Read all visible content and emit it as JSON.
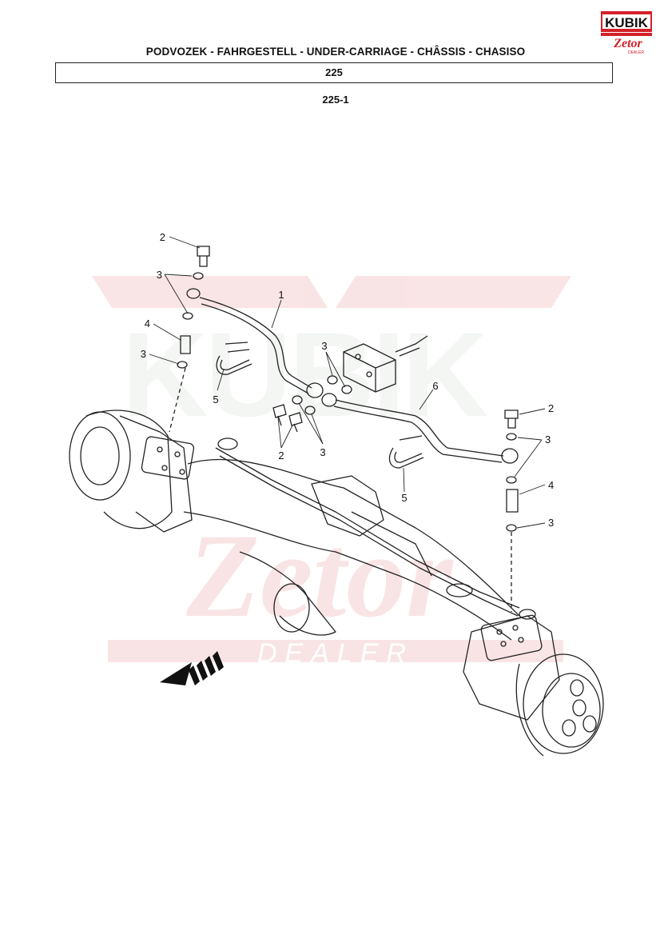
{
  "header": {
    "title": "PODVOZEK - FAHRGESTELL - UNDER-CARRIAGE - CHÂSSIS - CHASISO",
    "group_number": "225",
    "figure_number": "225-1"
  },
  "logo": {
    "brand": "KUBIK",
    "sub_brand": "Zetor",
    "tagline": "DEALER",
    "colors": {
      "primary": "#d4202a",
      "text": "#111111"
    }
  },
  "watermark": {
    "brand": "KUBIK",
    "sub_brand": "Zetor",
    "tagline": "DEALER",
    "color": "#e8888c"
  },
  "callouts": [
    {
      "id": "c2a",
      "label": "2"
    },
    {
      "id": "c3a",
      "label": "3"
    },
    {
      "id": "c1",
      "label": "1"
    },
    {
      "id": "c4a",
      "label": "4"
    },
    {
      "id": "c3b",
      "label": "3"
    },
    {
      "id": "c5a",
      "label": "5"
    },
    {
      "id": "c3c",
      "label": "3"
    },
    {
      "id": "c6",
      "label": "6"
    },
    {
      "id": "c2b",
      "label": "2"
    },
    {
      "id": "c3d",
      "label": "3"
    },
    {
      "id": "c2c",
      "label": "2"
    },
    {
      "id": "c3e",
      "label": "3"
    },
    {
      "id": "c5b",
      "label": "5"
    },
    {
      "id": "c4b",
      "label": "4"
    },
    {
      "id": "c3f",
      "label": "3"
    }
  ]
}
